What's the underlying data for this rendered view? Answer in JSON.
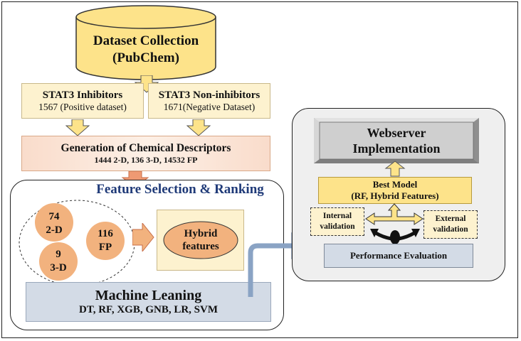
{
  "dataset": {
    "line1": "Dataset Collection",
    "line2": "(PubChem)"
  },
  "inhibitors": {
    "title": "STAT3 Inhibitors",
    "sub": "1567 (Positive dataset)"
  },
  "non_inhibitors": {
    "title": "STAT3 Non-inhibitors",
    "sub": "1671(Negative Dataset)"
  },
  "descriptors": {
    "title": "Generation of Chemical Descriptors",
    "sub": "1444 2-D, 136 3-D, 14532 FP"
  },
  "feature_selection": {
    "title": "Feature Selection & Ranking",
    "circle_2d": {
      "num": "74",
      "label": "2-D"
    },
    "circle_fp": {
      "num": "116",
      "label": "FP"
    },
    "circle_3d": {
      "num": "9",
      "label": "3-D"
    },
    "hybrid": {
      "line1": "Hybrid",
      "line2": "features"
    }
  },
  "ml": {
    "title": "Machine Leaning",
    "sub": "DT, RF, XGB, GNB, LR, SVM"
  },
  "right_panel": {
    "webserver": {
      "line1": "Webserver",
      "line2": "Implementation"
    },
    "best_model": {
      "line1": "Best Model",
      "line2": "(RF, Hybrid Features)"
    },
    "internal": {
      "line1": "Internal",
      "line2": "validation"
    },
    "external": {
      "line1": "External",
      "line2": "validation"
    },
    "performance": "Performance Evaluation"
  },
  "colors": {
    "cylinder": "#fde38a",
    "cream": "#fdf2cf",
    "orange_circle": "#f2b27e",
    "machine": "#d3dbe6",
    "title_blue": "#1f3a78",
    "arrow_blue": "#8aa3c4"
  }
}
